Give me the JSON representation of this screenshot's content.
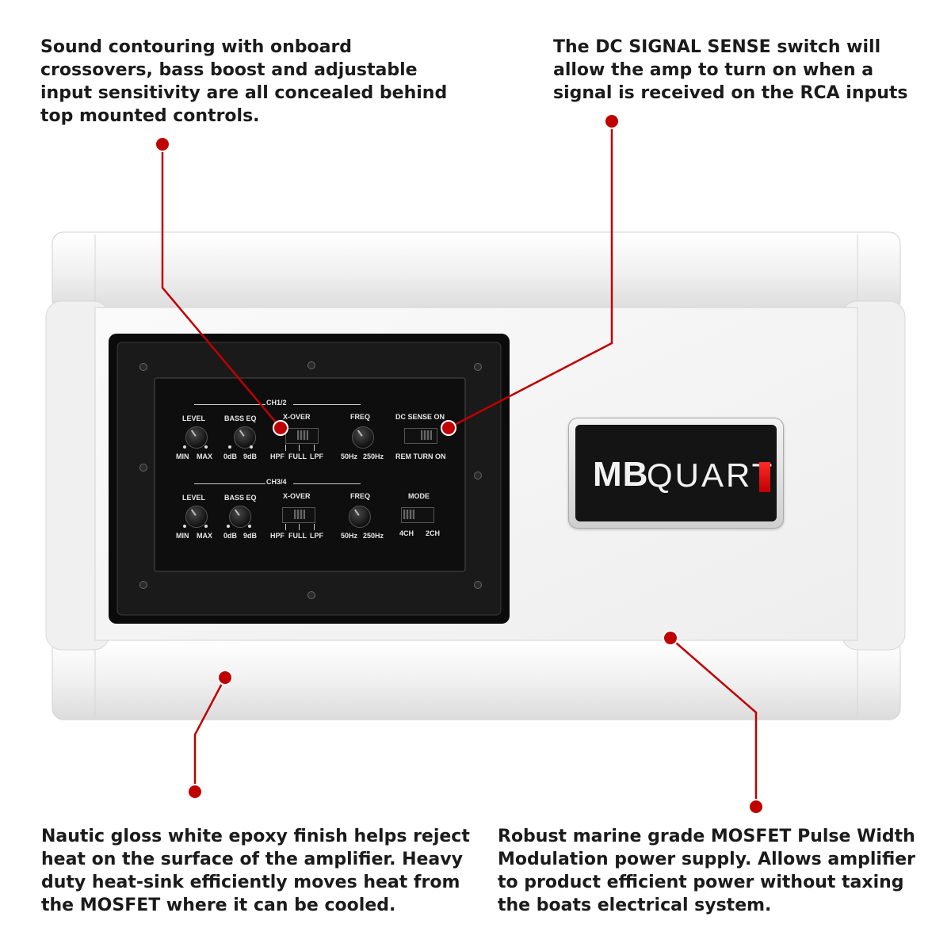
{
  "callouts": {
    "top_left": "Sound contouring with onboard crossovers, bass boost and adjustable input sensitivity are all concealed behind top mounted controls.",
    "top_right": "The DC SIGNAL SENSE switch will allow the amp to turn on when a signal is received on the RCA inputs",
    "bottom_left": "Nautic gloss white epoxy finish helps reject heat on the surface of the amplifier. Heavy duty heat-sink efficiently moves heat from the MOSFET where it can be cooled.",
    "bottom_right": "Robust marine grade MOSFET Pulse Width Modulation power supply. Allows amplifier to product efficient power without taxing the boats electrical system."
  },
  "panel": {
    "ch12": "CH1/2",
    "ch34": "CH3/4",
    "level": "LEVEL",
    "bass_eq": "BASS EQ",
    "xover": "X-OVER",
    "freq": "FREQ",
    "dc_sense_on": "DC SENSE ON",
    "rem_turn_on": "REM TURN ON",
    "mode": "MODE",
    "min": "MIN",
    "max": "MAX",
    "zero_db": "0dB",
    "nine_db": "9dB",
    "hpf": "HPF",
    "full": "FULL",
    "lpf": "LPF",
    "hz50": "50Hz",
    "hz250": "250Hz",
    "ch4": "4CH",
    "ch2": "2CH"
  },
  "brand": {
    "mb": "MB",
    "quart": "QUART"
  },
  "colors": {
    "accent": "#c00000",
    "text": "#1b1b1b",
    "panel": "#0e0e0e",
    "body": "#f3f3f3"
  }
}
